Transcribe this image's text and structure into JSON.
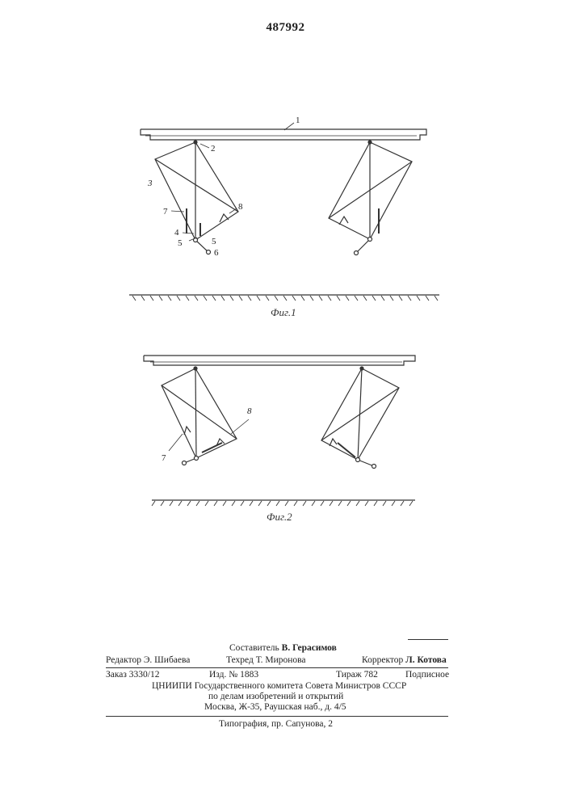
{
  "patent_number": "487992",
  "figures": {
    "fig1": {
      "caption": "Фиг.1",
      "labels": {
        "l1": "1",
        "l2": "2",
        "l3": "3",
        "l4": "4",
        "l5a": "5",
        "l5b": "5",
        "l6": "6",
        "l7": "7",
        "l8": "8"
      }
    },
    "fig2": {
      "caption": "Фиг.2",
      "labels": {
        "l7": "7",
        "l8": "8"
      }
    }
  },
  "imprint": {
    "compiler_label": "Составитель",
    "compiler_name": "В. Герасимов",
    "editor_label": "Редактор",
    "editor_name": "Э. Шибаева",
    "techred_label": "Техред",
    "techred_name": "Т. Миронова",
    "corrector_label": "Корректор",
    "corrector_name": "Л. Котова",
    "order": "Заказ 3330/12",
    "edition": "Изд. № 1883",
    "print_run": "Тираж 782",
    "subscription": "Подписное",
    "org_line1": "ЦНИИПИ Государственного комитета Совета Министров СССР",
    "org_line2": "по делам изобретений и открытий",
    "address": "Москва, Ж-35, Раушская наб., д. 4/5",
    "printer": "Типография, пр. Сапунова, 2"
  }
}
